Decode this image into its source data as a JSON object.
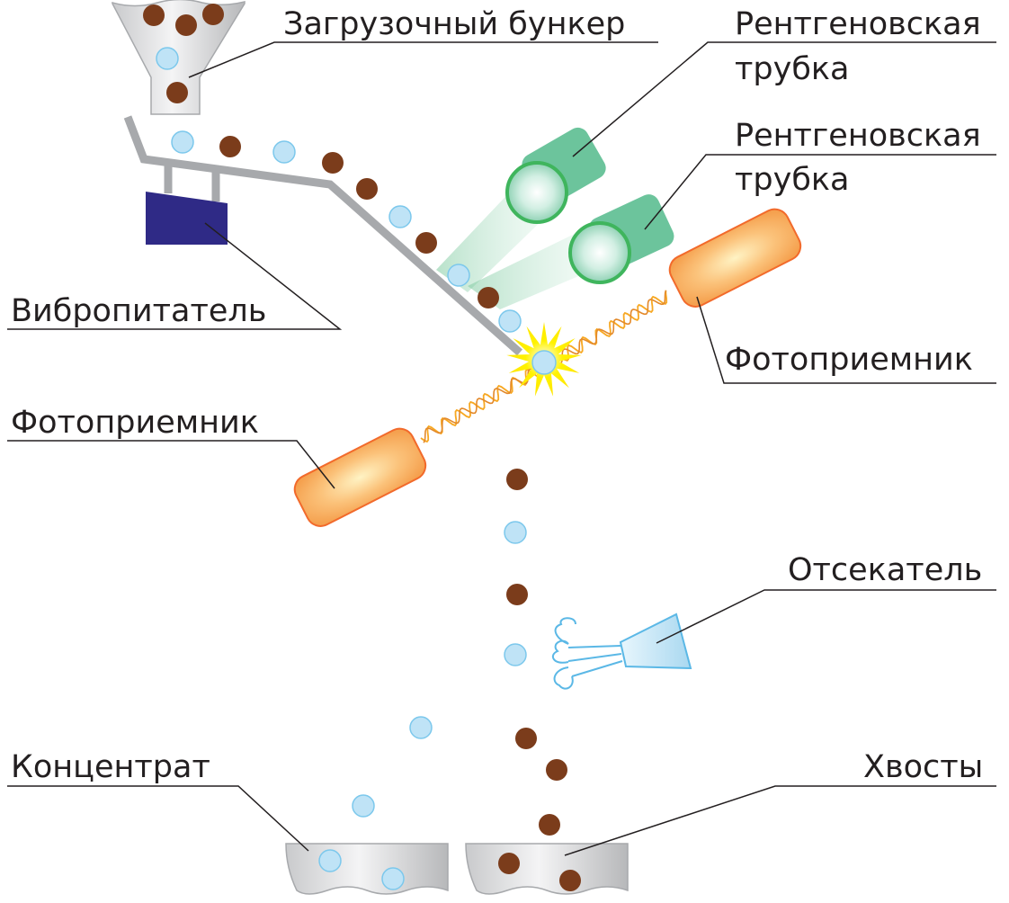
{
  "labels": {
    "hopper": "Загрузочный бункер",
    "xray_tube_1_line1": "Рентгеновская",
    "xray_tube_1_line2": "трубка",
    "xray_tube_2_line1": "Рентгеновская",
    "xray_tube_2_line2": "трубка",
    "vibrofeeder": "Вибропитатель",
    "photodetector_right": "Фотоприемник",
    "photodetector_left": "Фотоприемник",
    "ejector": "Отсекатель",
    "concentrate": "Концентрат",
    "tailings": "Хвосты"
  },
  "colors": {
    "ore_particle": "#7b3c1b",
    "mineral_particle": "#bfe3f6",
    "xray_tube": "#6cc49c",
    "photodetector": "#f5a95c",
    "vibrofeeder": "#2f2a86",
    "chute": "#a7a9ac",
    "flash": "#fff200",
    "ejector_nozzle": "#bfe3f6"
  },
  "icons": {
    "hopper": "funnel-icon",
    "xray_tube": "cylinder-emitter-icon",
    "photodetector": "capsule-sensor-icon",
    "ejector": "air-nozzle-icon",
    "flash": "starburst-icon",
    "bins": "tray-icon"
  }
}
